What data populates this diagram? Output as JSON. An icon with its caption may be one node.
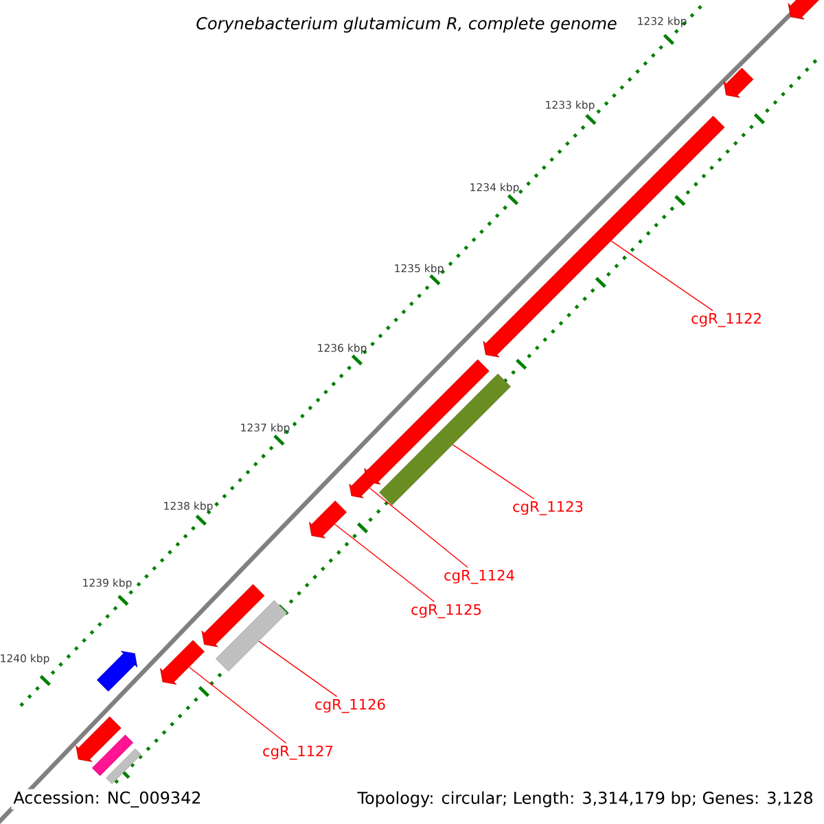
{
  "diagram": {
    "title": "Corynebacterium glutamicum R, complete genome",
    "nodes": [
      {
        "text": [
          "cgR_1122"
        ]
      },
      {
        "text": [
          "cgR_1123"
        ]
      },
      {
        "text": [
          "cgR_1124"
        ]
      },
      {
        "text": [
          "cgR_1125"
        ]
      },
      {
        "text": [
          "cgR_1126"
        ]
      },
      {
        "text": [
          "cgR_1127"
        ]
      },
      {
        "text": [],
        "shape": "arrow"
      },
      {
        "text": [],
        "shape": "bar"
      },
      {
        "text": [],
        "shape": "arrow"
      },
      {
        "text": [],
        "shape": "arrow"
      },
      {
        "text": [],
        "shape": "bar"
      },
      {
        "text": [],
        "shape": "arrow"
      },
      {
        "text": [],
        "shape": "arrow"
      },
      {
        "text": [],
        "shape": "arrow"
      },
      {
        "text": [],
        "shape": "arrow"
      },
      {
        "text": [],
        "shape": "arrow"
      },
      {
        "text": [],
        "shape": "arrow"
      },
      {
        "text": [],
        "shape": "arrow"
      },
      {
        "text": [],
        "shape": "bar"
      },
      {
        "text": [],
        "shape": "bar"
      }
    ],
    "edges": [
      {
        "from": 0,
        "to": 6,
        "arrow": "none"
      },
      {
        "from": 1,
        "to": 7,
        "arrow": "none"
      },
      {
        "from": 2,
        "to": 8,
        "arrow": "none"
      },
      {
        "from": 3,
        "to": 9,
        "arrow": "none"
      },
      {
        "from": 4,
        "to": 10,
        "arrow": "none"
      },
      {
        "from": 5,
        "to": 11,
        "arrow": "none"
      }
    ],
    "labels": [
      "1232 kbp",
      "1233 kbp",
      "1234 kbp",
      "1235 kbp",
      "1236 kbp",
      "1237 kbp",
      "1238 kbp",
      "1239 kbp",
      "1240 kbp",
      "Accession: NC_009342",
      "Topology: circular; Length: 3,314,179 bp; Genes: 3,128"
    ]
  }
}
